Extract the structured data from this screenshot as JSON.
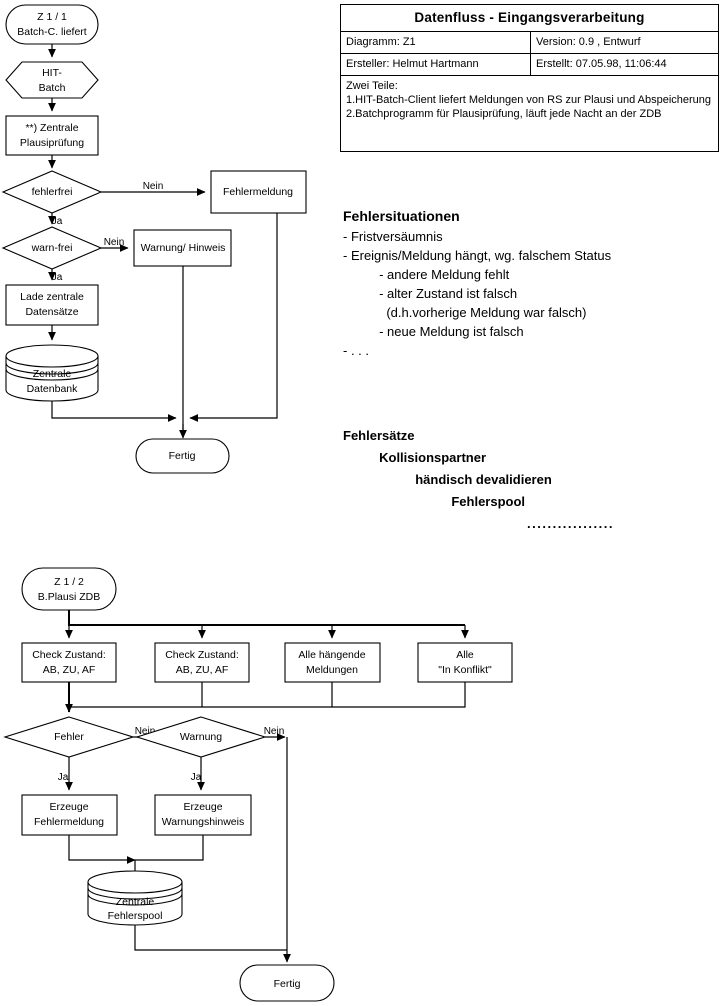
{
  "title_block": {
    "title": "Datenfluss - Eingangsverarbeitung",
    "diagram_label": "Diagramm: Z1",
    "version_label": "Version: 0.9 , Entwurf",
    "author_label": "Ersteller: Helmut Hartmann",
    "created_label": "Erstellt:  07.05.98, 11:06:44",
    "notes_heading": "Zwei Teile:",
    "note_1": "1.HIT-Batch-Client liefert Meldungen von RS zur Plausi und Abspeicherung",
    "note_2": "2.Batchprogramm für Plausiprüfung, läuft jede Nacht an der ZDB"
  },
  "fehlersituationen": {
    "heading": "Fehlersituationen",
    "lines": [
      "- Fristversäumnis",
      "- Ereignis/Meldung hängt, wg. falschem Status",
      "          - andere Meldung fehlt",
      "          - alter Zustand ist falsch",
      "            (d.h.vorherige Meldung war falsch)",
      "          - neue Meldung ist falsch",
      "- . . ."
    ]
  },
  "fehlersaetze": {
    "lines": [
      "Fehlersätze",
      "          Kollisionspartner",
      "                    händisch devalidieren",
      "                              Fehlerspool"
    ],
    "dots": "                                    ................."
  },
  "flowchart_top": {
    "id": "Z1/1",
    "start": {
      "line1": "Z 1 / 1",
      "line2": "Batch-C. liefert"
    },
    "hexagon": {
      "line1": "HIT-",
      "line2": "Batch"
    },
    "process_plausi": {
      "line1": "**) Zentrale",
      "line2": "Plausiprüfung"
    },
    "decision_fehlerfrei": "fehlerfrei",
    "decision_warnfrei": "warn-frei",
    "box_fehlermeldung": "Fehlermeldung",
    "box_warnung": "Warnung/ Hinweis",
    "process_lade": {
      "line1": "Lade zentrale",
      "line2": "Datensätze"
    },
    "db_zentrale": {
      "line1": "Zentrale",
      "line2": "Datenbank"
    },
    "end": "Fertig",
    "labels": {
      "nein": "Nein",
      "ja": "Ja"
    }
  },
  "flowchart_bottom": {
    "id": "Z1/2",
    "start": {
      "line1": "Z 1 / 2",
      "line2": "B.Plausi ZDB"
    },
    "boxes": [
      {
        "line1": "Check Zustand:",
        "line2": "AB, ZU, AF"
      },
      {
        "line1": "Check Zustand:",
        "line2": "AB, ZU, AF"
      },
      {
        "line1": "Alle hängende",
        "line2": "Meldungen"
      },
      {
        "line1": "Alle",
        "line2": "\"In Konflikt\""
      }
    ],
    "decision_fehler": "Fehler",
    "decision_warnung": "Warnung",
    "box_erzeuge_fehler": {
      "line1": "Erzeuge",
      "line2": "Fehlermeldung"
    },
    "box_erzeuge_warnung": {
      "line1": "Erzeuge",
      "line2": "Warnungshinweis"
    },
    "db_fehlerspool": {
      "line1": "Zentrale",
      "line2": "Fehlerspool"
    },
    "end": "Fertig",
    "labels": {
      "nein": "Nein",
      "ja": "Ja"
    }
  },
  "colors": {
    "stroke": "#000000",
    "fill": "#ffffff",
    "background": "#ffffff"
  }
}
